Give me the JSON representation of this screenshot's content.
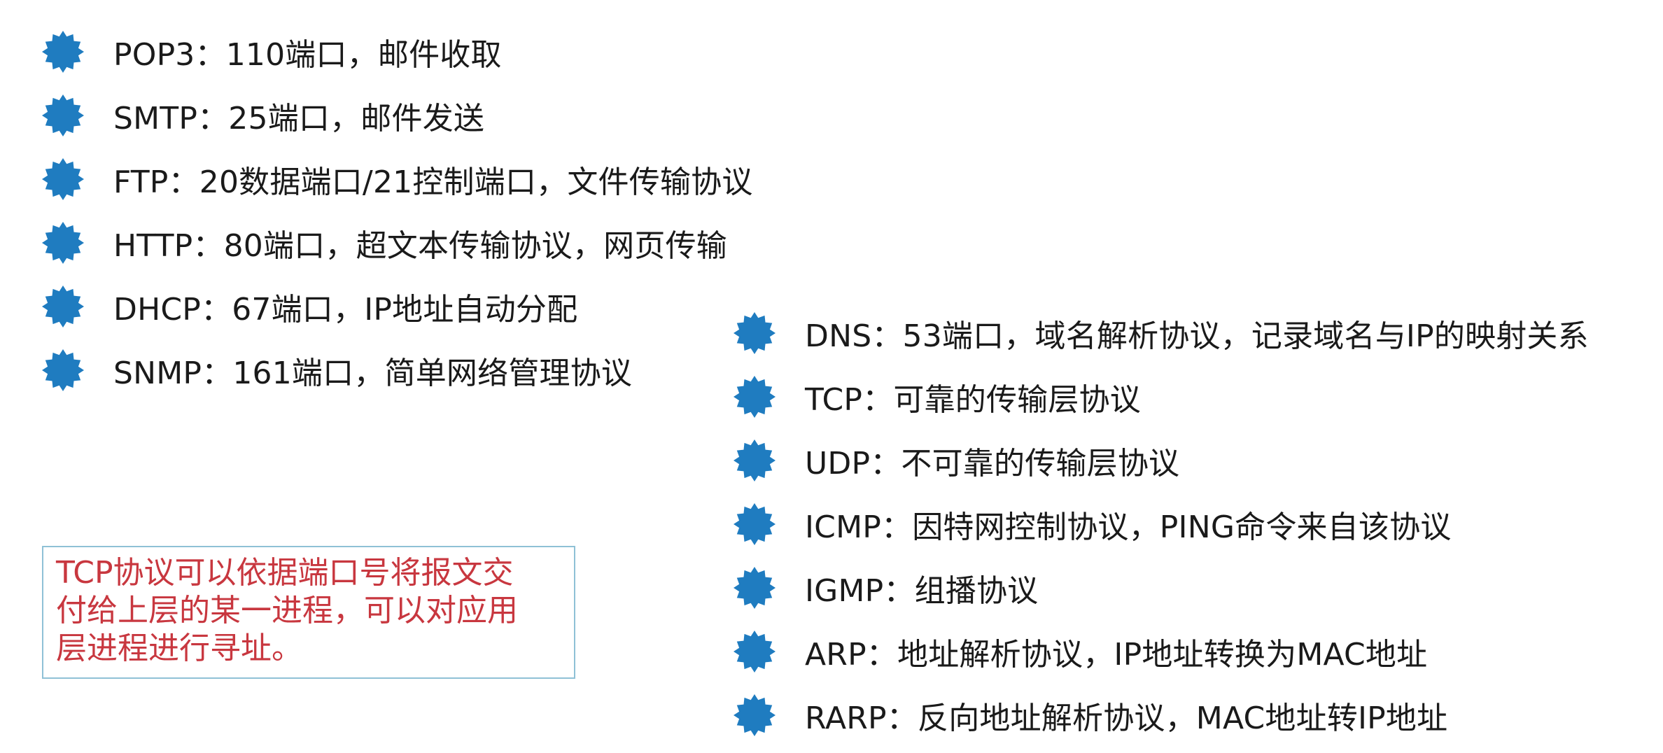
{
  "colors": {
    "bullet": "#1f7cc0",
    "text": "#1a1a1a",
    "note_text": "#c8373f",
    "note_border": "#8fc1d6"
  },
  "bullet_icon": "star-burst-icon",
  "left_list": [
    {
      "text": "POP3：110端口，邮件收取"
    },
    {
      "text": "SMTP：25端口，邮件发送"
    },
    {
      "text": "FTP：20数据端口/21控制端口，文件传输协议"
    },
    {
      "text": "HTTP：80端口，超文本传输协议，网页传输"
    },
    {
      "text": "DHCP：67端口，IP地址自动分配"
    },
    {
      "text": "SNMP：161端口，简单网络管理协议"
    }
  ],
  "right_list": [
    {
      "text": "DNS：53端口，域名解析协议，记录域名与IP的映射关系"
    },
    {
      "text": "TCP：可靠的传输层协议"
    },
    {
      "text": "UDP：不可靠的传输层协议"
    },
    {
      "text": "ICMP：因特网控制协议，PING命令来自该协议"
    },
    {
      "text": "IGMP：组播协议"
    },
    {
      "text": "ARP：地址解析协议，IP地址转换为MAC地址"
    },
    {
      "text": "RARP：反向地址解析协议，MAC地址转IP地址"
    }
  ],
  "note": {
    "lines": [
      "TCP协议可以依据端口号将报文交",
      "付给上层的某一进程，可以对应用",
      "层进程进行寻址。"
    ]
  }
}
